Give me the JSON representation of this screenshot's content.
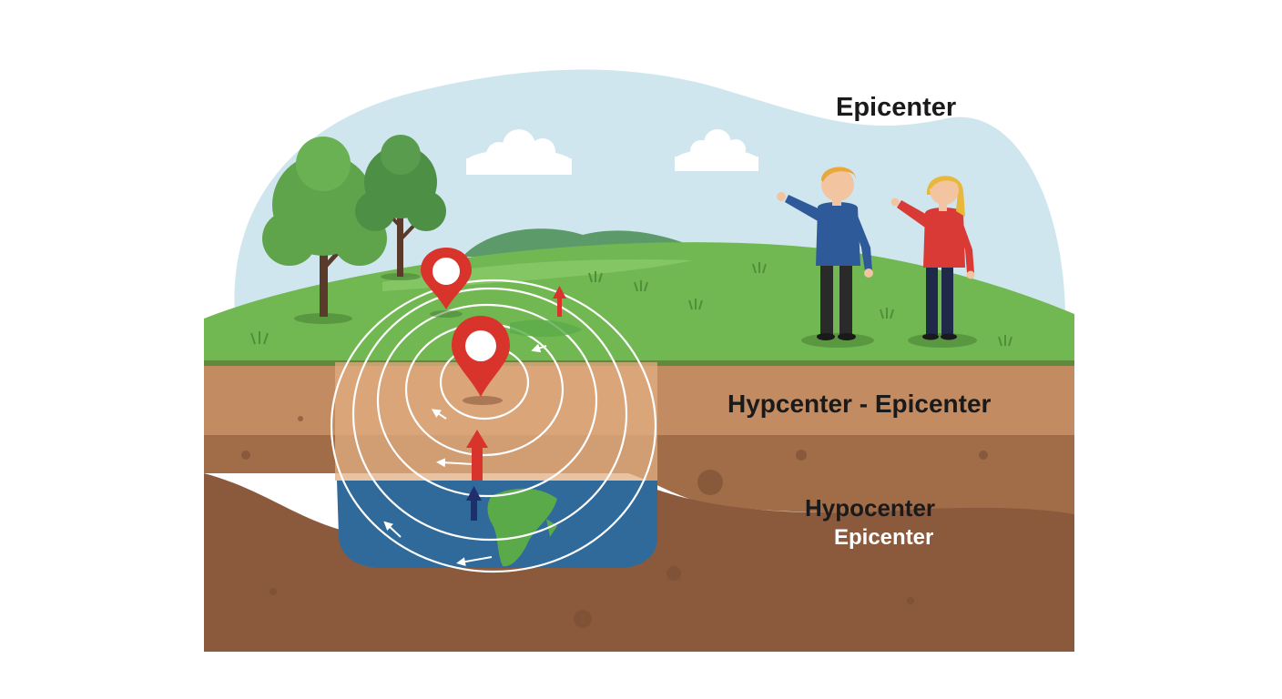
{
  "labels": {
    "epicenter_top": "Epicenter",
    "hypcenter_epicenter": "Hypcenter - Epicenter",
    "hypocenter": "Hypocenter",
    "epicenter_bottom": "Epicenter"
  },
  "colors": {
    "sky": "#cfe6ee",
    "grass": "#6cb54e",
    "soil_top": "#c78f66",
    "soil_mid": "#a36e4b",
    "soil_deep": "#8b5a3c",
    "water": "#2f6a9b",
    "marker": "#d9342b",
    "arrow_red": "#d9342b",
    "arrow_navy": "#1f2f6b"
  },
  "icons": [
    "location-pin-icon",
    "location-pin-icon",
    "up-arrow-icon",
    "tree-icon",
    "cloud-icon",
    "person-icon"
  ]
}
